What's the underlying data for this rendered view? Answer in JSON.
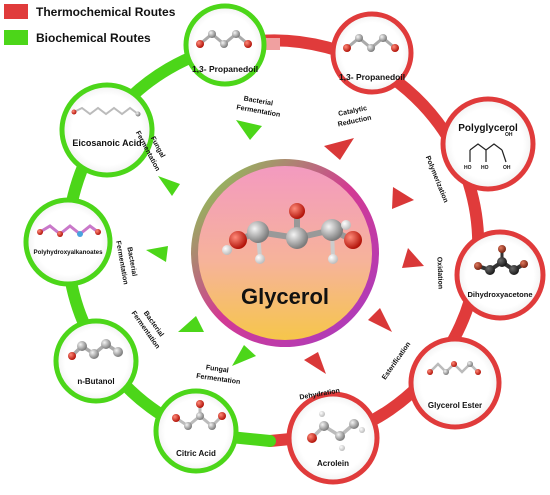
{
  "legend": [
    {
      "label": "Thermochemical Routes",
      "color": "#e03b3b"
    },
    {
      "label": "Biochemical Routes",
      "color": "#4cd619"
    }
  ],
  "center": {
    "label": "Glycerol"
  },
  "colors": {
    "thermo": "#e03b3b",
    "bio": "#4cd619"
  },
  "products": {
    "propanediol_bio": "1,3- Propanedoil",
    "propanediol_thermo": "1,3- Propanedoil",
    "polyglycerol": "Polyglycerol",
    "dihydroxyacetone": "Dihydroxyacetone",
    "glycerol_ester": "Glycerol Ester",
    "acrolein": "Acrolein",
    "citric_acid": "Citric Acid",
    "n_butanol": "n-Butanol",
    "polyhydroxyalkanoates": "Polyhydroxyalkanoates",
    "eicosanoic_acid": "Eicosanoic Acid"
  },
  "polyglycerol_groups": {
    "oh": "OH",
    "ho": "HO"
  },
  "routes": {
    "bacterial_fermentation_top": [
      "Bacterial",
      "Fermentation"
    ],
    "catalytic_reduction": [
      "Catalytic",
      "Reduction"
    ],
    "polymerization": "Polymerization",
    "oxidation": "Oxidation",
    "esterification": "Esterification",
    "dehydration": "Dehydration",
    "fungal_fermentation_bottom": [
      "Fungal",
      "Fermentation"
    ],
    "bacterial_fermentation_left_low": [
      "Bacterial",
      "Fermentation"
    ],
    "bacterial_fermentation_left_mid": [
      "Bacterial",
      "Fermentation"
    ],
    "fungal_fermentation_left_top": [
      "Fungal",
      "Fermentation"
    ]
  }
}
